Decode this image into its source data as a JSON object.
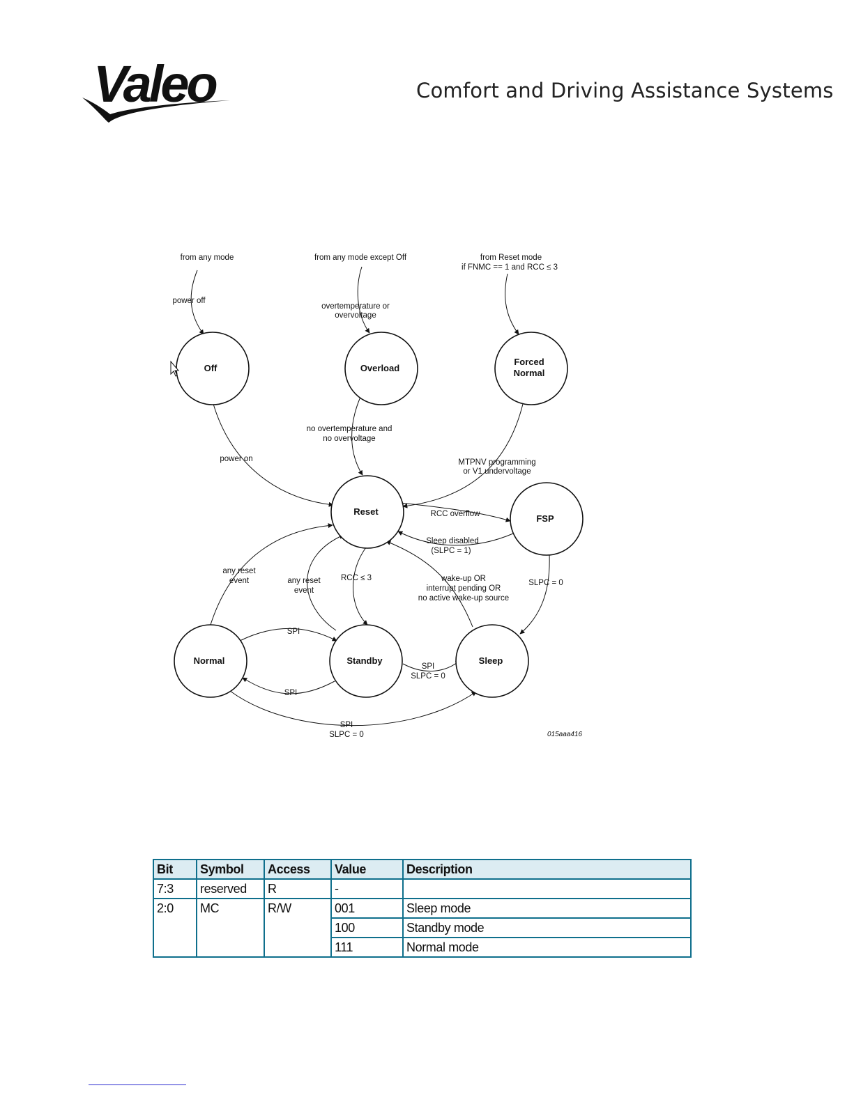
{
  "header": {
    "logo_text": "Valeo",
    "title": "Comfort and Driving Assistance Systems"
  },
  "diagram": {
    "states": {
      "off": "Off",
      "overload": "Overload",
      "forced_normal_1": "Forced",
      "forced_normal_2": "Normal",
      "reset": "Reset",
      "fsp": "FSP",
      "normal": "Normal",
      "standby": "Standby",
      "sleep": "Sleep"
    },
    "labels": {
      "from_any_mode": "from any mode",
      "power_off": "power off",
      "from_any_except_off": "from any mode except Off",
      "overtemp_1": "overtemperature or",
      "overtemp_2": "overvoltage",
      "from_reset_1": "from Reset mode",
      "from_reset_2": "if FNMC == 1 and RCC ≤ 3",
      "power_on": "power on",
      "no_overtemp_1": "no overtemperature and",
      "no_overtemp_2": "no overvoltage",
      "mtpnv_1": "MTPNV programming",
      "mtpnv_2": "or V1 undervoltage",
      "rcc_overflow": "RCC overflow",
      "sleep_disabled_1": "Sleep disabled",
      "sleep_disabled_2": "(SLPC = 1)",
      "any_reset_1": "any reset",
      "any_reset_2": "event",
      "rcc_le3": "RCC ≤ 3",
      "wakeup_1": "wake-up OR",
      "wakeup_2": "interrupt pending OR",
      "wakeup_3": "no active wake-up source",
      "slpc0": "SLPC = 0",
      "spi": "SPI",
      "figure_id": "015aaa416"
    }
  },
  "table": {
    "headers": [
      "Bit",
      "Symbol",
      "Access",
      "Value",
      "Description"
    ],
    "row1": {
      "bit": "7:3",
      "symbol": "reserved",
      "access": "R",
      "value": "-",
      "description": ""
    },
    "row2": {
      "bit": "2:0",
      "symbol": "MC",
      "access": "R/W",
      "value": "001",
      "description": "Sleep mode"
    },
    "row3": {
      "value": "100",
      "description": "Standby mode"
    },
    "row4": {
      "value": "111",
      "description": "Normal mode"
    }
  }
}
